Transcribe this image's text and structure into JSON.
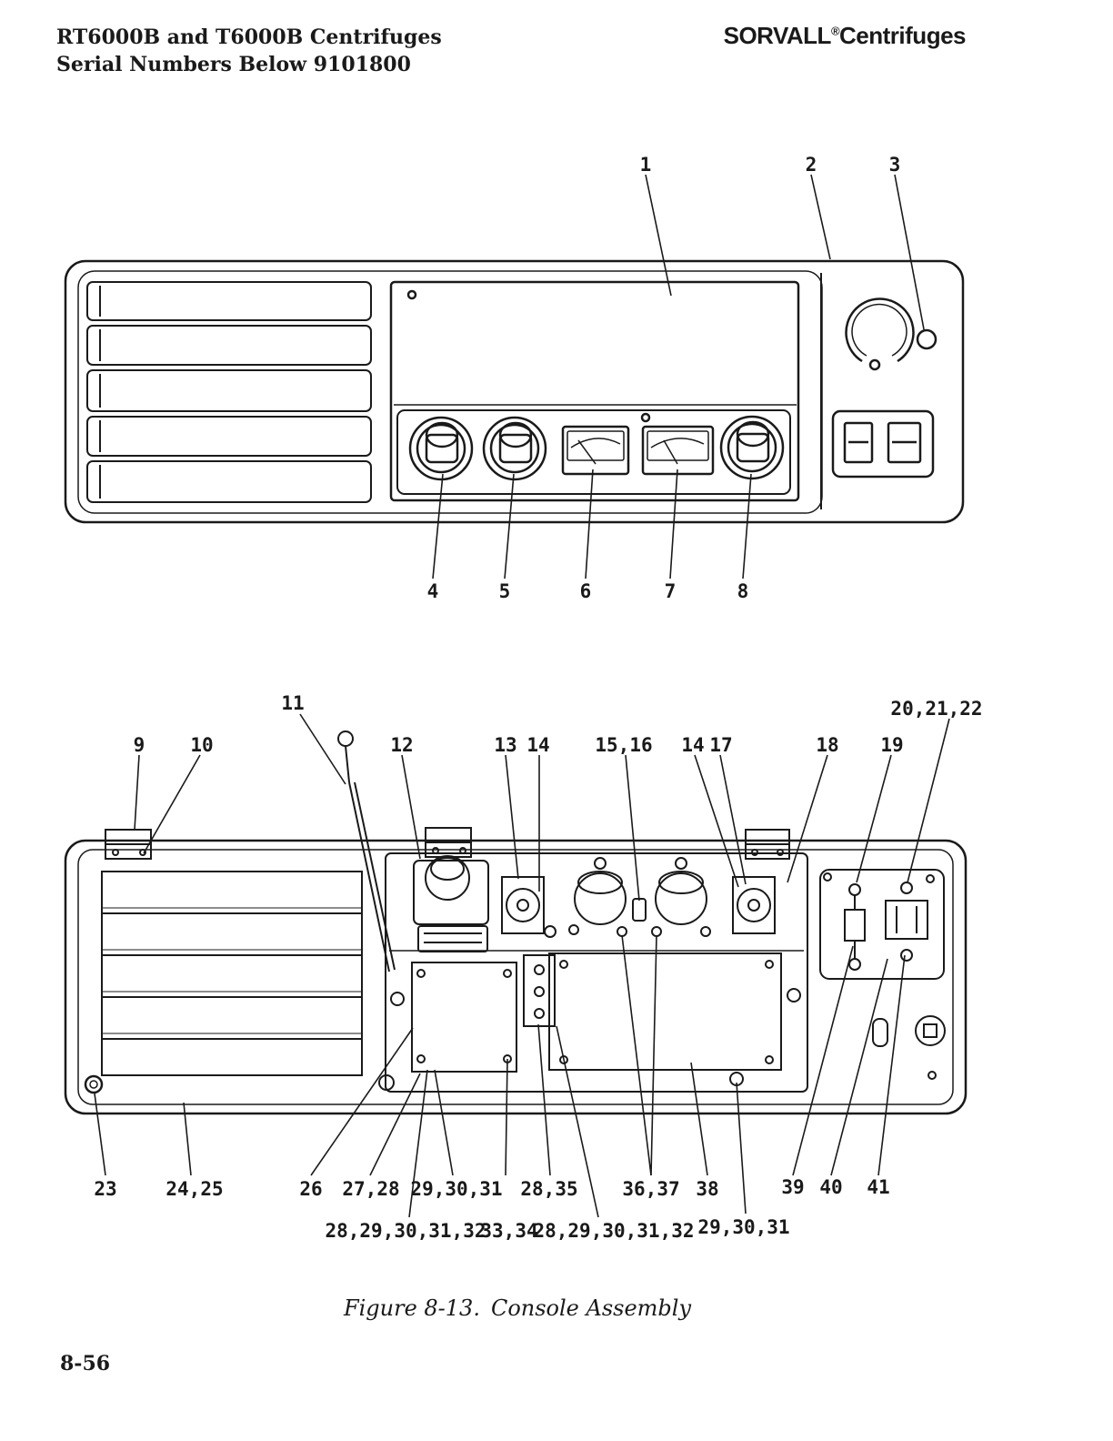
{
  "header": {
    "line1": "RT6000B and T6000B Centrifuges",
    "line2": "Serial Numbers Below 9101800",
    "brand": "SORVALL",
    "brand_mark": "®",
    "brand_suffix": "Centrifuges"
  },
  "figure": {
    "number": "Figure 8-13.",
    "title": "Console Assembly"
  },
  "page_number": "8-56",
  "callouts_top": [
    "1",
    "2",
    "3",
    "4",
    "5",
    "6",
    "7",
    "8"
  ],
  "callouts_bottom": [
    "9",
    "10",
    "11",
    "12",
    "13",
    "14",
    "15,16",
    "14",
    "17",
    "18",
    "19",
    "20,21,22",
    "23",
    "24,25",
    "26",
    "27,28",
    "29,30,31",
    "28,35",
    "36,37",
    "38",
    "39",
    "40",
    "41",
    "28,29,30,31,32",
    "33,34",
    "28,29,30,31,32",
    "29,30,31"
  ]
}
